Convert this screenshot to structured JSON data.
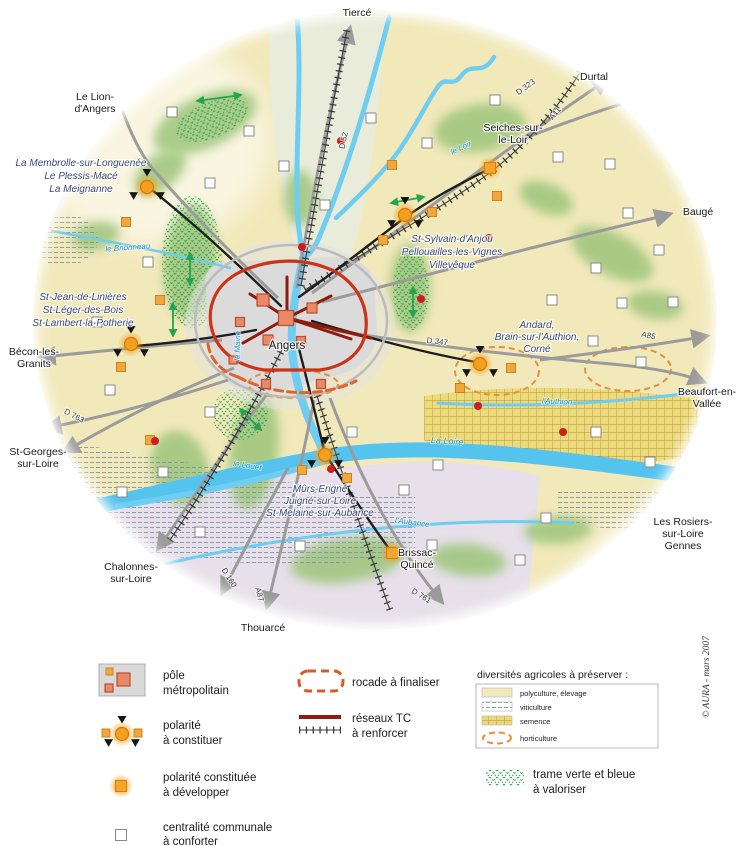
{
  "colors": {
    "polyculture_bg": "#f2e9bb",
    "green_area": "#9cc57a",
    "river_blue": "#54c3ee",
    "road_grey": "#9b9b9b",
    "tc_line_black": "#1d1d1d",
    "tc_line_maroon": "#8f1a0e",
    "rocade_red": "#cc3318",
    "rocade_dashed": "#e0622f",
    "horticulture_dash": "#e2923f",
    "polarity_orange": "#f5a226",
    "metro_square_salmon": "#e88a6a",
    "metro_grey": "#dbdbdb",
    "lavender_zone": "#e7dfe9",
    "semence_yellow": "#ecd87a",
    "trame_green": "#2fa257",
    "cluster_label_blue": "#3a4a7a"
  },
  "map": {
    "towns": [
      {
        "name": "tierce",
        "lines": [
          "Tiercé"
        ]
      },
      {
        "name": "durtal",
        "lines": [
          "Durtal"
        ]
      },
      {
        "name": "le-lion-d-angers",
        "lines": [
          "Le Lion-",
          "d'Angers"
        ]
      },
      {
        "name": "seiches-sur-le-loir",
        "lines": [
          "Seiches-sur-",
          "le-Loir"
        ]
      },
      {
        "name": "la-membrolle-cluster",
        "lines": [
          "La Membrolle-sur-Longuenée",
          "Le Plessis-Macé",
          "La Meignanne"
        ]
      },
      {
        "name": "bauge",
        "lines": [
          "Baugé"
        ]
      },
      {
        "name": "st-sylvain-cluster",
        "lines": [
          "St-Sylvain-d'Anjou",
          "Pellouailles-les-Vignes",
          "Villevêque"
        ]
      },
      {
        "name": "st-jean-cluster",
        "lines": [
          "St-Jean-de-Linières",
          "St-Léger-des-Bois",
          "St-Lambert-la-Potherie"
        ]
      },
      {
        "name": "becon-les-granits",
        "lines": [
          "Bécon-les-",
          "Granits"
        ]
      },
      {
        "name": "angers",
        "lines": [
          "Angers"
        ]
      },
      {
        "name": "andard-cluster",
        "lines": [
          "Andard,",
          "Brain-sur-l'Authion,",
          "Corné"
        ]
      },
      {
        "name": "beaufort-en-vallee",
        "lines": [
          "Beaufort-en-",
          "Vallée"
        ]
      },
      {
        "name": "st-georges-sur-loire",
        "lines": [
          "St-Georges-",
          "sur-Loire"
        ]
      },
      {
        "name": "murs-erigne-cluster",
        "lines": [
          "Mûrs-Erigné",
          "Juigné-sur-Loire",
          "St-Melaine-sur-Aubance"
        ]
      },
      {
        "name": "les-rosiers-gennes",
        "lines": [
          "Les Rosiers-",
          "sur-Loire",
          "Gennes"
        ]
      },
      {
        "name": "chalonnes-sur-loire",
        "lines": [
          "Chalonnes-",
          "sur-Loire"
        ]
      },
      {
        "name": "brissac-quince",
        "lines": [
          "Brissac-",
          "Quincé"
        ]
      },
      {
        "name": "thouarce",
        "lines": [
          "Thouarcé"
        ]
      }
    ],
    "roads": [
      "D 323",
      "A11",
      "D 52",
      "D 347",
      "A85",
      "D 763",
      "D 160",
      "A87",
      "D 761"
    ],
    "rivers": [
      "le Loir",
      "le Brionneau",
      "la Maine",
      "La Loire",
      "l'Authion",
      "l'Aubance",
      "le Louet"
    ]
  },
  "legend": {
    "pole_metropolitain": [
      "pôle",
      "métropolitain"
    ],
    "polarite_a_constituer": [
      "polarité",
      "à constituer"
    ],
    "polarite_constituee": [
      "polarité constituée",
      "à développer"
    ],
    "centralite_communale": [
      "centralité communale",
      "à conforter"
    ],
    "rocade": "rocade à finaliser",
    "reseaux_tc": [
      "réseaux TC",
      "à renforcer"
    ],
    "agri_header": "diversités agricoles à préserver :",
    "agri_items": [
      "polyculture, élevage",
      "viticulture",
      "semence",
      "horticulture"
    ],
    "trame_verte": [
      "trame verte et bleue",
      "à valoriser"
    ],
    "copyright": "© AURA -  mars 2007"
  }
}
